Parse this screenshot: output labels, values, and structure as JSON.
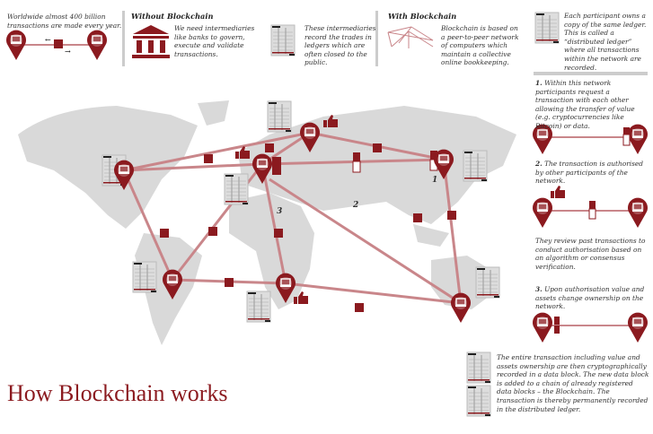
{
  "colors": {
    "accent": "#8b1a1f",
    "map": "#d9d9d9",
    "line": "#c9868a"
  },
  "header": {
    "intro": "Worldwide almost 400 billion transactions are made every year.",
    "without_title": "Without Blockchain",
    "without_text": "We need intermediaries like banks to govern, execute and validate transactions.",
    "ledger_text": "These intermediaries record the trades in ledgers which are often closed to the public.",
    "with_title": "With Blockchain",
    "with_text": "Blockchain is based on a peer-to-peer network of computers which maintain a collective online bookkeeping.",
    "distributed_text": "Each participant owns a copy of the same ledger. This is called a “distributed ledger” where all transactions within the network are recorded."
  },
  "steps": [
    {
      "num": "1.",
      "text": "Within this network participants request a transaction with each other allowing the transfer of value (e.g. cryptocurrencies like Bitcoin) or data."
    },
    {
      "num": "2.",
      "text": "The transaction is authorised by other participants of the network."
    },
    {
      "num": "",
      "text": "They review past transactions to conduct authorisation based on an algorithm or consensus verification."
    },
    {
      "num": "3.",
      "text": "Upon authorisation value and assets change ownership on the network."
    }
  ],
  "final_text": "The entire transaction including value and assets ownership are then cryptographically recorded in a data block. The new data block is added to a chain of already registered data blocks – the Blockchain. The transaction is thereby permanently recorded in the distributed ledger.",
  "map_labels": [
    "1",
    "2",
    "3"
  ],
  "title": "How Blockchain works"
}
